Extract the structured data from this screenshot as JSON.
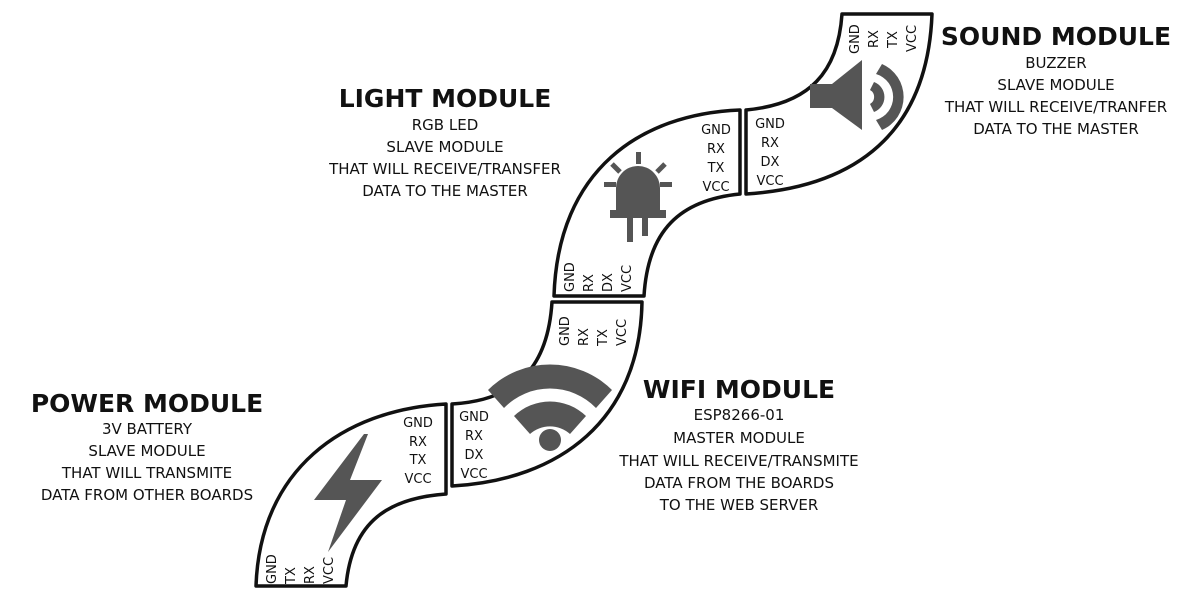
{
  "colors": {
    "ink": "#111111",
    "icon": "#555555",
    "background": "#ffffff"
  },
  "modules": {
    "power": {
      "title": "POWER MODULE",
      "lines": [
        "3V BATTERY",
        "SLAVE MODULE",
        "THAT WILL TRANSMITE",
        "DATA FROM OTHER BOARDS"
      ],
      "icon": "lightning-icon",
      "pins_right": [
        "GND",
        "RX",
        "TX",
        "VCC"
      ],
      "pins_bottom": [
        "GND",
        "TX",
        "RX",
        "VCC"
      ]
    },
    "wifi": {
      "title": "WIFI MODULE",
      "lines": [
        "ESP8266-01",
        "MASTER MODULE",
        "THAT WILL RECEIVE/TRANSMITE",
        "DATA  FROM THE BOARDS",
        "TO THE WEB SERVER"
      ],
      "icon": "wifi-icon",
      "pins_left": [
        "GND",
        "RX",
        "DX",
        "VCC"
      ],
      "pins_top": [
        "GND",
        "RX",
        "TX",
        "VCC"
      ]
    },
    "light": {
      "title": "LIGHT MODULE",
      "lines": [
        "RGB LED",
        "SLAVE MODULE",
        "THAT WILL RECEIVE/TRANSFER",
        "DATA TO THE MASTER"
      ],
      "icon": "led-icon",
      "pins_bottom": [
        "GND",
        "RX",
        "DX",
        "VCC"
      ],
      "pins_right": [
        "GND",
        "RX",
        "TX",
        "VCC"
      ]
    },
    "sound": {
      "title": "SOUND MODULE",
      "lines": [
        "BUZZER",
        "SLAVE MODULE",
        "THAT WILL RECEIVE/TRANFER",
        "DATA TO THE MASTER"
      ],
      "icon": "speaker-icon",
      "pins_left": [
        "GND",
        "RX",
        "DX",
        "VCC"
      ],
      "pins_top": [
        "GND",
        "RX",
        "TX",
        "VCC"
      ]
    }
  }
}
